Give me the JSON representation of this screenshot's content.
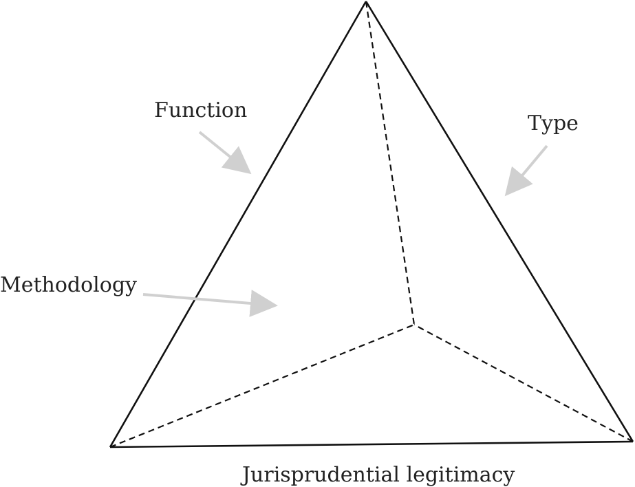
{
  "diagram": {
    "labels": {
      "function": "Function",
      "type": "Type",
      "methodology": "Methodology",
      "jurisprudential_legitimacy": "Jurisprudential legitimacy"
    },
    "colors": {
      "edge": "#111111",
      "arrow": "#d0d0d0",
      "text": "#222222"
    }
  }
}
